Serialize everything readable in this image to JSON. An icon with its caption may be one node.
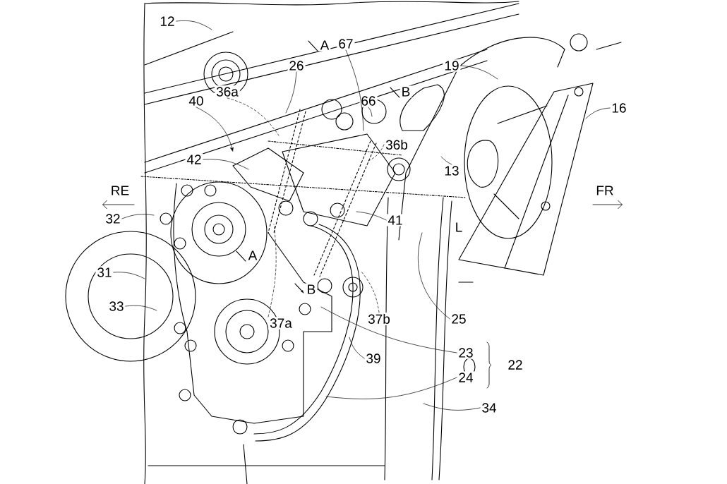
{
  "diagram": {
    "nodes": [
      {
        "text": [
          "12"
        ]
      },
      {
        "text": [
          "67"
        ]
      },
      {
        "text": [
          "26"
        ]
      },
      {
        "text": [
          "19"
        ]
      },
      {
        "text": [
          "40"
        ]
      },
      {
        "text": [
          "36a"
        ]
      },
      {
        "text": [
          "66"
        ]
      },
      {
        "text": [
          "16"
        ]
      },
      {
        "text": [
          "36b"
        ]
      },
      {
        "text": [
          "42"
        ]
      },
      {
        "text": [
          "13"
        ]
      },
      {
        "text": [
          "32"
        ]
      },
      {
        "text": [
          "41"
        ]
      },
      {
        "text": [
          "31"
        ]
      },
      {
        "text": [
          "33"
        ]
      },
      {
        "text": [
          "25"
        ]
      },
      {
        "text": [
          "37b"
        ]
      },
      {
        "text": [
          "37a"
        ]
      },
      {
        "text": [
          "23"
        ]
      },
      {
        "text": [
          "39"
        ]
      },
      {
        "text": [
          "24"
        ]
      },
      {
        "text": [
          "34"
        ]
      }
    ],
    "edges": [
      {
        "from": 0,
        "to": null,
        "arrow": "none"
      },
      {
        "from": 1,
        "to": null,
        "arrow": "none"
      },
      {
        "from": 2,
        "to": null,
        "arrow": "none"
      },
      {
        "from": 3,
        "to": null,
        "arrow": "none"
      },
      {
        "from": 4,
        "to": null,
        "arrow": "to"
      },
      {
        "from": 5,
        "to": null,
        "arrow": "none",
        "style": "dashed"
      },
      {
        "from": 6,
        "to": null,
        "arrow": "none"
      },
      {
        "from": 7,
        "to": null,
        "arrow": "none"
      },
      {
        "from": 8,
        "to": null,
        "arrow": "none",
        "style": "dashed"
      },
      {
        "from": 9,
        "to": null,
        "arrow": "none"
      },
      {
        "from": 10,
        "to": null,
        "arrow": "none"
      },
      {
        "from": 11,
        "to": null,
        "arrow": "none"
      },
      {
        "from": 12,
        "to": null,
        "arrow": "none"
      },
      {
        "from": 13,
        "to": null,
        "arrow": "none"
      },
      {
        "from": 14,
        "to": null,
        "arrow": "none"
      },
      {
        "from": 15,
        "to": null,
        "arrow": "none"
      },
      {
        "from": 16,
        "to": null,
        "arrow": "none",
        "style": "dashed"
      },
      {
        "from": 17,
        "to": null,
        "arrow": "none",
        "style": "dashed"
      },
      {
        "from": 18,
        "to": null,
        "arrow": "none"
      },
      {
        "from": 19,
        "to": null,
        "arrow": "none"
      },
      {
        "from": 20,
        "to": null,
        "arrow": "none"
      },
      {
        "from": 21,
        "to": null,
        "arrow": "none"
      }
    ],
    "labels": [
      "A",
      "B",
      "RE",
      "FR",
      "L",
      "A",
      "B",
      "22"
    ]
  }
}
